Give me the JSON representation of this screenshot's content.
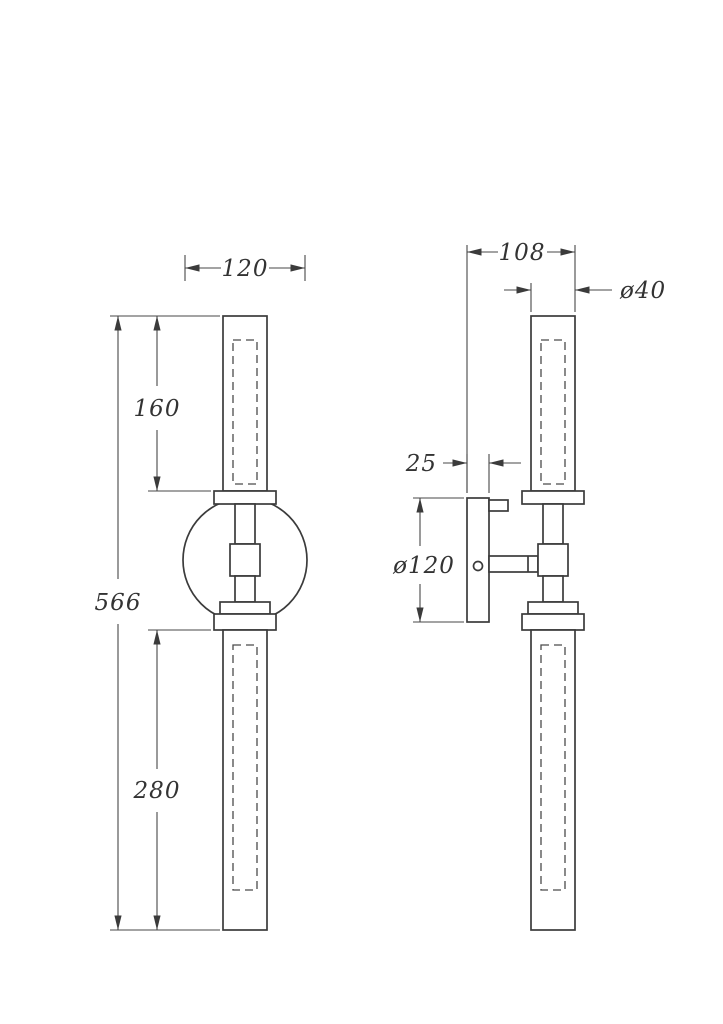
{
  "views": {
    "front": {
      "dims": {
        "width": "120",
        "upper_tube_height": "160",
        "total_height": "566",
        "lower_tube_height": "280"
      }
    },
    "side": {
      "dims": {
        "depth": "108",
        "tube_diameter": "ø40",
        "backplate_thickness": "25",
        "backplate_diameter": "ø120"
      }
    }
  }
}
